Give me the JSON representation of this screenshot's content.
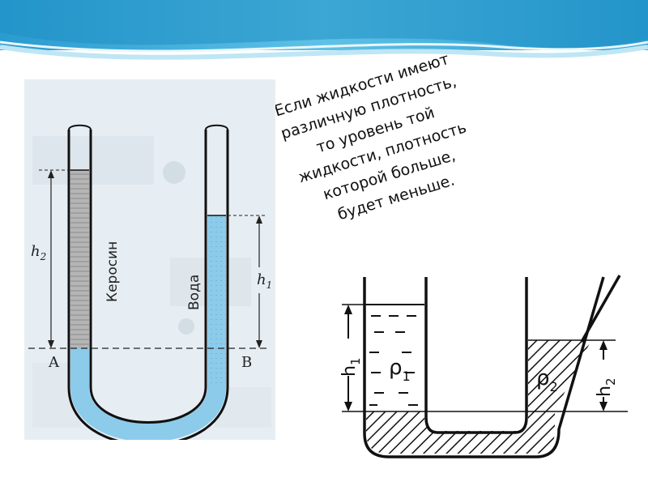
{
  "slide": {
    "colors": {
      "banner_dark": "#2a9bd0",
      "banner_light": "#9fd8ee",
      "water": "#8ccbea",
      "kerosene": "#b5b5b5",
      "photo_bg": "#e7eef3",
      "ink": "#111111"
    }
  },
  "note": {
    "lines": [
      "Если жидкости имеют",
      "различную плотность,",
      "то уровень той",
      "жидкости, плотность",
      "которой больше,",
      "будет меньше."
    ]
  },
  "left_diagram": {
    "kerosene_label": "Керосин",
    "water_label": "Вода",
    "h2_label": "h",
    "h2_sub": "2",
    "h1_label": "h",
    "h1_sub": "1",
    "point_a": "A",
    "point_b": "B"
  },
  "right_diagram": {
    "h1_label": "h",
    "h1_sub": "1",
    "h2_label": "h",
    "h2_sub": "2",
    "rho1_label": "ρ",
    "rho1_sub": "1",
    "rho2_label": "ρ",
    "rho2_sub": "2"
  }
}
